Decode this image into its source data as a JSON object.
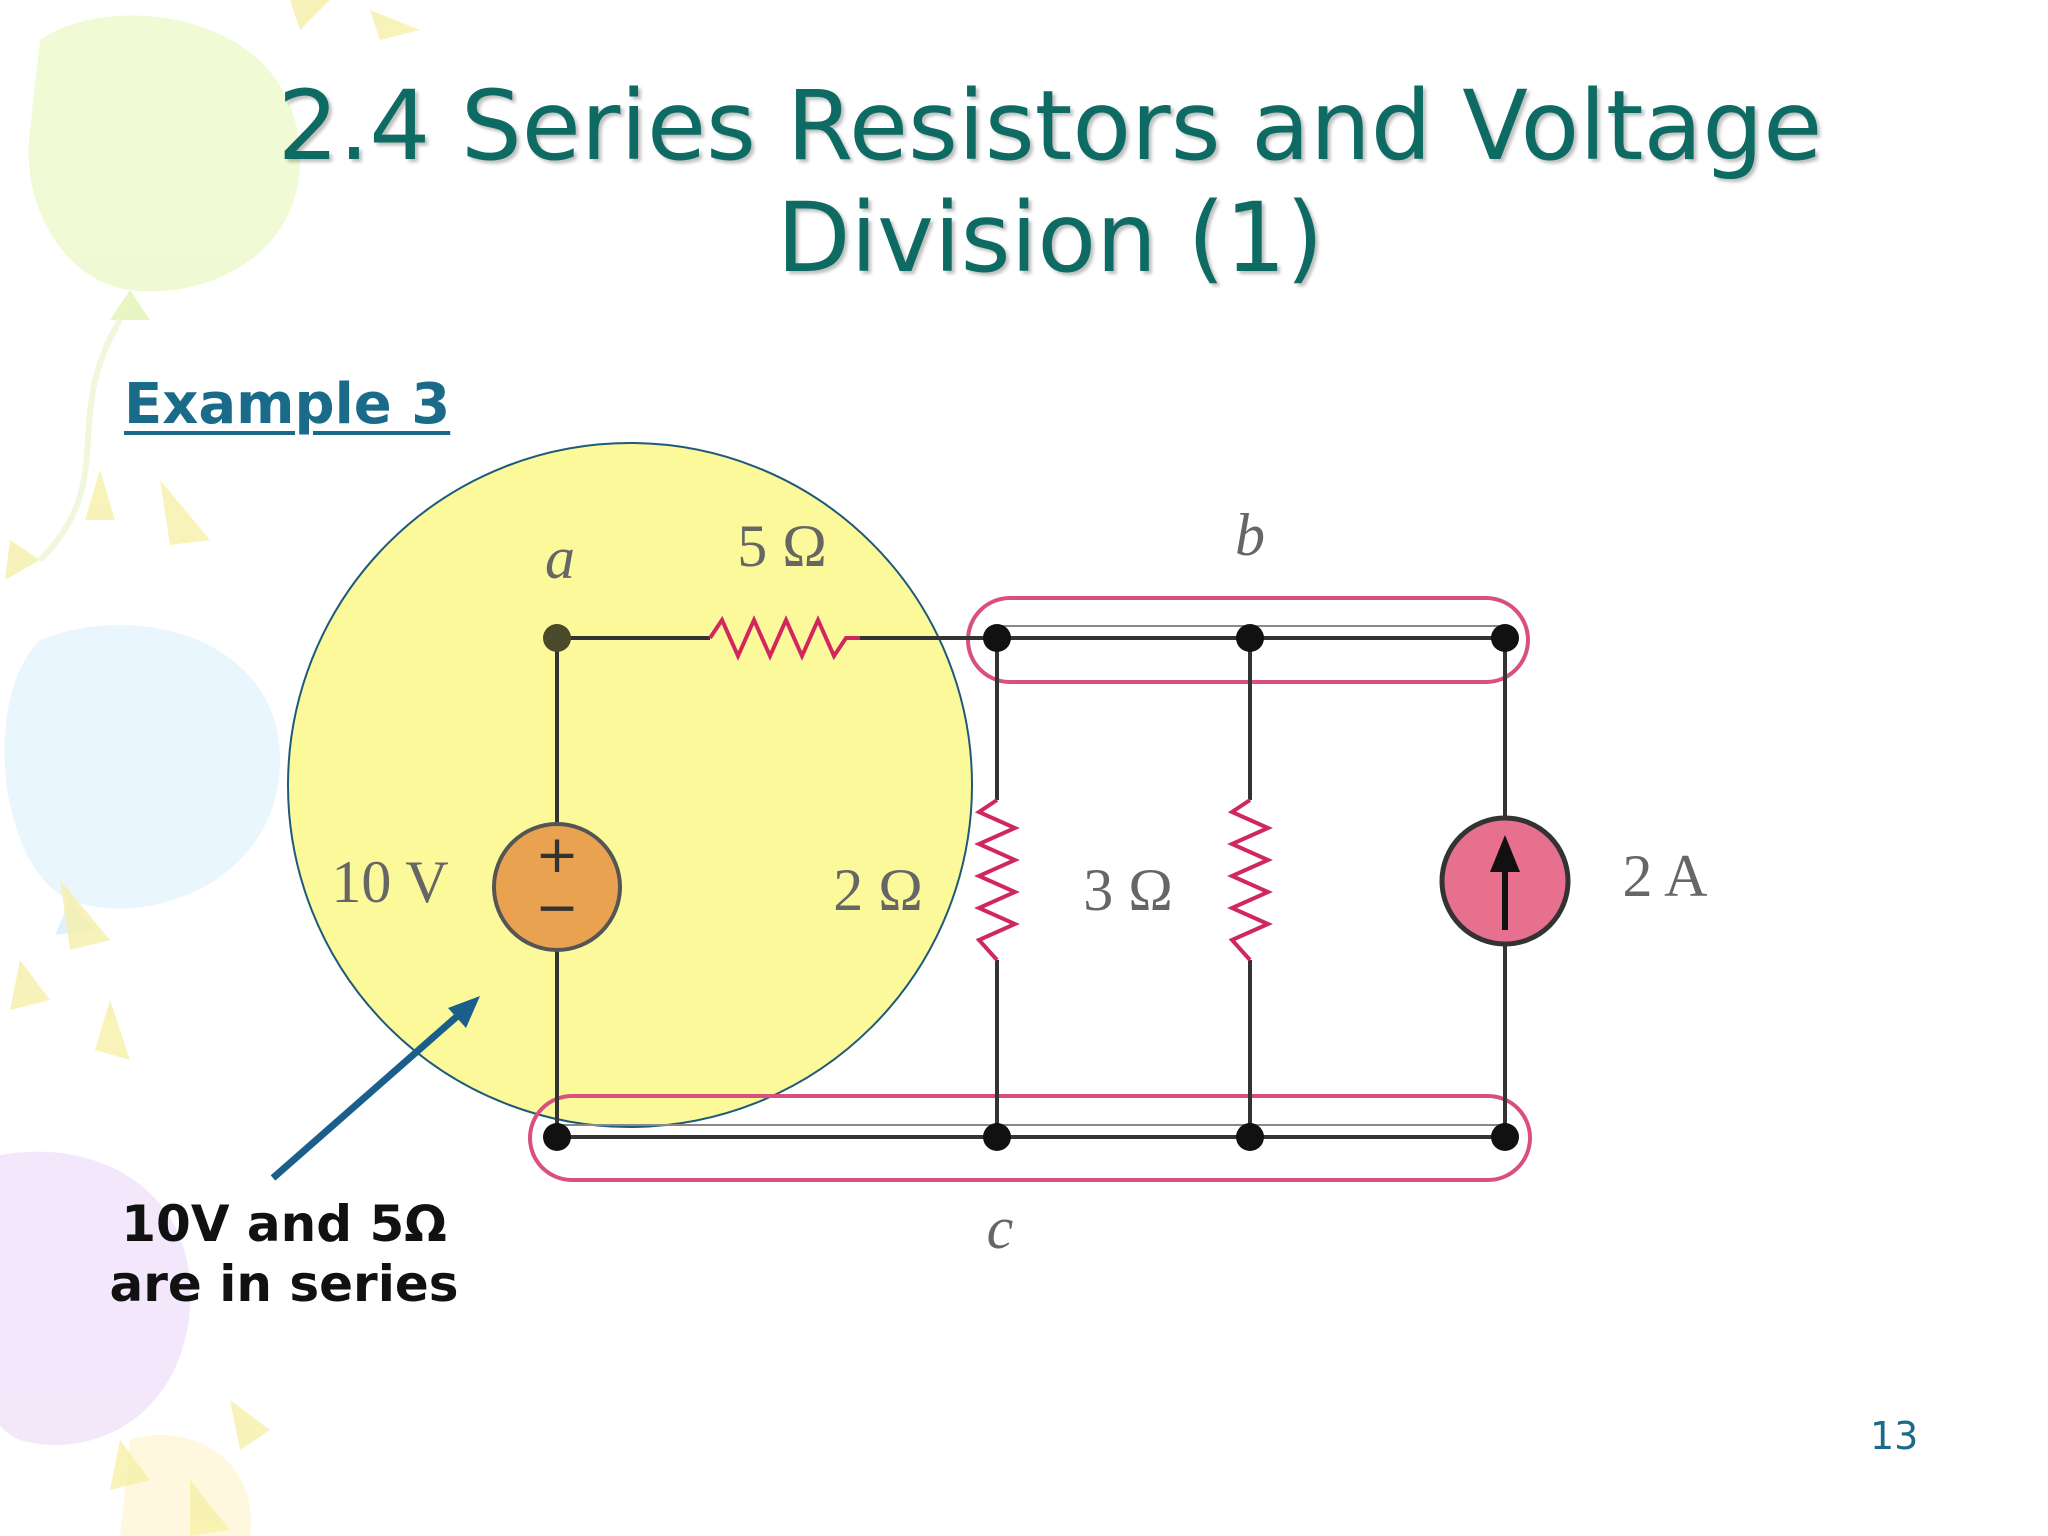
{
  "slide": {
    "title_line1": "2.4 Series Resistors and Voltage",
    "title_line2": "Division (1)",
    "example_label": "Example 3",
    "callout_line1": "10V and 5Ω",
    "callout_line2": "are in series",
    "page_number": "13"
  },
  "circuit": {
    "node_a": "a",
    "node_b": "b",
    "node_c": "c",
    "r_series": "5 Ω",
    "r_left": "2 Ω",
    "r_right": "3 Ω",
    "voltage_source": "10 V",
    "current_source": "2 A",
    "plus_sign": "+",
    "minus_sign": "−"
  },
  "colors": {
    "title": "#0e6b63",
    "link": "#1a6a8a",
    "highlight_fill": "#fbf88a",
    "node_outline": "#d94f7e",
    "voltage_source_fill": "#e9a24f",
    "current_source_fill": "#e8708f",
    "resistor": "#d0285e",
    "wire": "#333333",
    "arrow": "#1a5e8c"
  }
}
